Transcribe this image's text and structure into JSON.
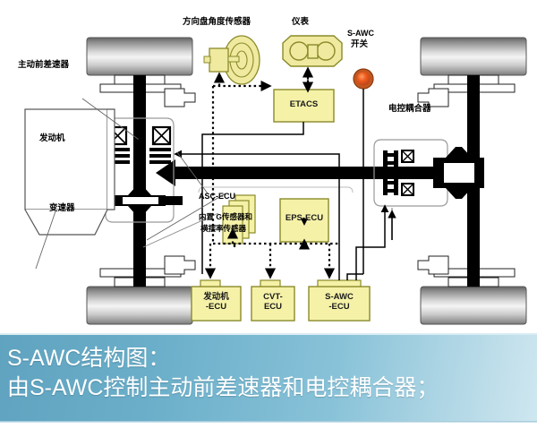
{
  "diagram": {
    "title_alt": "S-AWC structure diagram",
    "labels": {
      "active_front_differential": "主动前差速器",
      "engine": "发动机",
      "transmission": "变速器",
      "steering_angle_sensor": "方向盘角度传感器",
      "instrument_cluster": "仪表",
      "sawc_switch_line1": "S-AWC",
      "sawc_switch_line2": "开关",
      "electronic_coupling": "电控耦合器",
      "asc_ecu": "ASC-ECU",
      "builtin_sensor_line1": "内置 G传感器和",
      "builtin_sensor_line2": "横摆率传感器"
    },
    "boxes": [
      {
        "id": "etacs",
        "label": "ETACS"
      },
      {
        "id": "eps_ecu",
        "label": "EPS-ECU"
      },
      {
        "id": "engine_ecu",
        "label": "发动机\n-ECU"
      },
      {
        "id": "cvt_ecu",
        "label": "CVT-\nECU"
      },
      {
        "id": "sawc_ecu",
        "label": "S-AWC\n-ECU"
      }
    ],
    "colors": {
      "box_fill": "#f5f2a8",
      "box_stroke": "#8a8a2a",
      "wheel_dark": "#6e6e6e",
      "wheel_light": "#f2f2f2",
      "switch_orange": "#e8551c",
      "shaft_black": "#000000",
      "sensor_yellow": "#efeaa0",
      "banner_blue": "#6aaec9"
    }
  },
  "caption": {
    "line1": "S-AWC结构图：",
    "line2": "由S-AWC控制主动前差速器和电控耦合器；"
  }
}
